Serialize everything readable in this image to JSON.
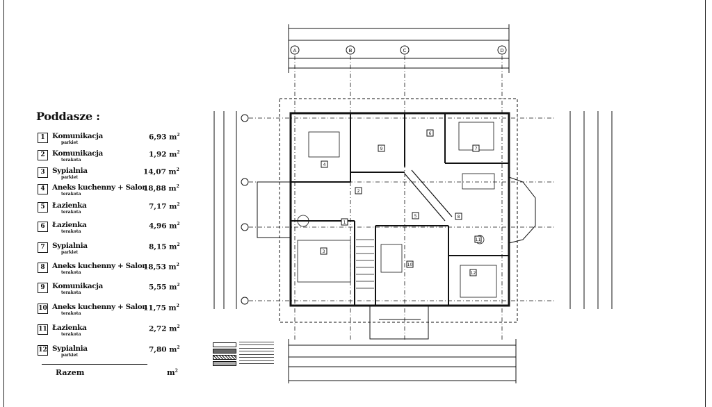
{
  "legend": {
    "title": "Poddasze :",
    "rooms": [
      {
        "num": "1",
        "name": "Komunikacja",
        "floor": "parkiet",
        "area": "6,93",
        "unit": "m"
      },
      {
        "num": "2",
        "name": "Komunikacja",
        "floor": "terakota",
        "area": "1,92",
        "unit": "m"
      },
      {
        "num": "3",
        "name": "Sypialnia",
        "floor": "parkiet",
        "area": "14,07",
        "unit": "m"
      },
      {
        "num": "4",
        "name": "Aneks kuchenny + Salon",
        "floor": "terakota",
        "area": "18,88",
        "unit": "m"
      },
      {
        "num": "5",
        "name": "Łazienka",
        "floor": "terakota",
        "area": "7,17",
        "unit": "m"
      },
      {
        "num": "6",
        "name": "Łazienka",
        "floor": "terakota",
        "area": "4,96",
        "unit": "m"
      },
      {
        "num": "7",
        "name": "Sypialnia",
        "floor": "parkiet",
        "area": "8,15",
        "unit": "m"
      },
      {
        "num": "8",
        "name": "Aneks kuchenny + Salon",
        "floor": "terakota",
        "area": "18,53",
        "unit": "m"
      },
      {
        "num": "9",
        "name": "Komunikacja",
        "floor": "terakota",
        "area": "5,55",
        "unit": "m"
      },
      {
        "num": "10",
        "name": "Aneks kuchenny + Salon",
        "floor": "terakota",
        "area": "11,75",
        "unit": "m"
      },
      {
        "num": "11",
        "name": "Łazienka",
        "floor": "terakota",
        "area": "2,72",
        "unit": "m"
      },
      {
        "num": "12",
        "name": "Sypialnia",
        "floor": "parkiet",
        "area": "7,80",
        "unit": "m"
      }
    ],
    "total_label": "Razem",
    "total_unit": "m"
  },
  "plan": {
    "axes_top": [
      "A",
      "B",
      "C",
      "D"
    ],
    "room_tags": [
      "1",
      "2",
      "3",
      "4",
      "5",
      "6",
      "7",
      "8",
      "9",
      "10",
      "11",
      "12"
    ]
  }
}
